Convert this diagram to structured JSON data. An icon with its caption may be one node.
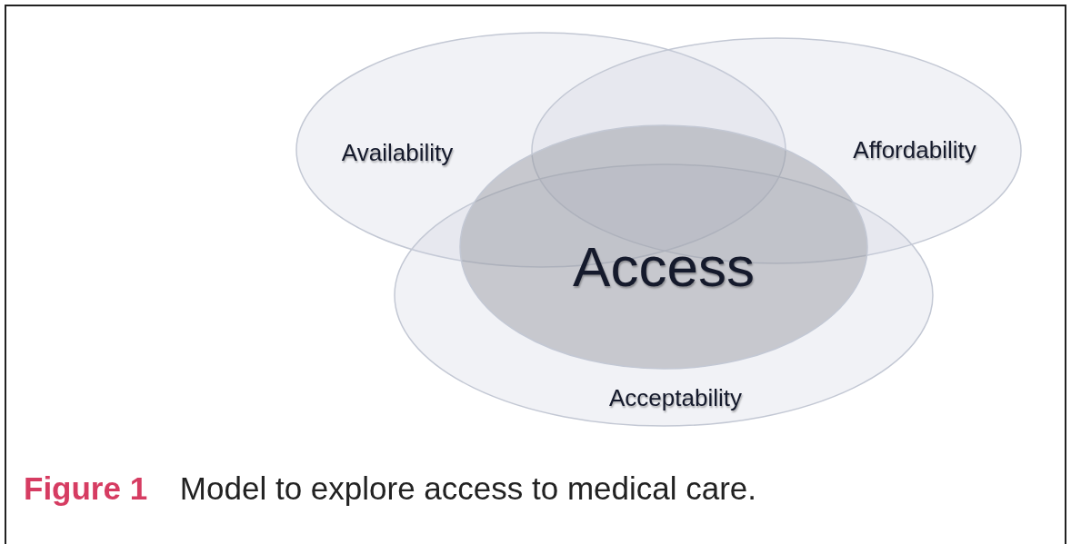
{
  "diagram": {
    "caption": "**Figure 1** Model to explore access to medical care.",
    "nodes": [
      {
        "text": [
          "Availability"
        ]
      },
      {
        "text": [
          "Affordability"
        ]
      },
      {
        "text": [
          "Acceptability"
        ]
      },
      {
        "text": [
          "Access"
        ]
      }
    ]
  }
}
